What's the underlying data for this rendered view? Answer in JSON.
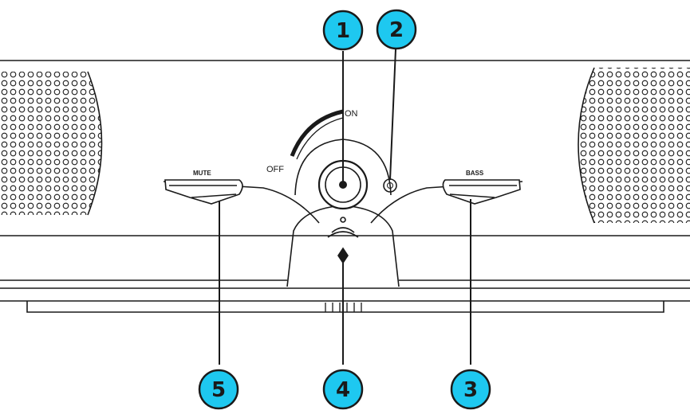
{
  "colors": {
    "callout_fill": "#1ec8f0",
    "line": "#1a1a1a",
    "background": "#ffffff"
  },
  "labels": {
    "on": "ON",
    "off": "OFF",
    "mute": "MUTE",
    "bass": "BASS"
  },
  "callouts": [
    "1",
    "2",
    "3",
    "4",
    "5"
  ]
}
